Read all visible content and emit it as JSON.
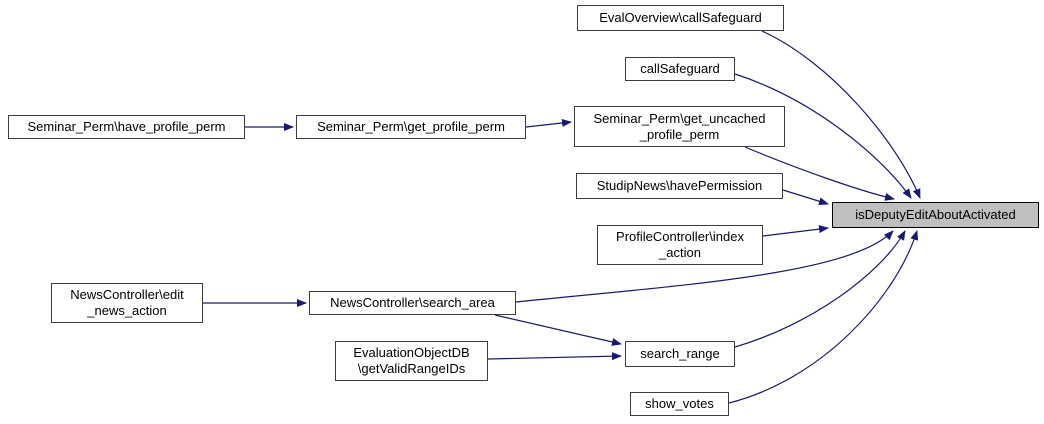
{
  "diagram": {
    "kind": "doxygen-call-graph",
    "focus_node": "isDeputyEditAboutActivated",
    "colors": {
      "edge": "#191970",
      "node_border": "#3d3d3d",
      "node_fill": "#ffffff",
      "focus_node_fill": "#bfbfbf",
      "background": "#ffffff",
      "text": "#000000"
    },
    "nodes": [
      {
        "id": "eval-overview-call-safeguard",
        "label": "EvalOverview\\callSafeguard"
      },
      {
        "id": "call-safeguard",
        "label": "callSafeguard"
      },
      {
        "id": "seminar-perm-have-profile-perm",
        "label": "Seminar_Perm\\have_profile_perm"
      },
      {
        "id": "seminar-perm-get-profile-perm",
        "label": "Seminar_Perm\\get_profile_perm"
      },
      {
        "id": "seminar-perm-get-uncached-profile-perm",
        "label": "Seminar_Perm\\get_uncached\n_profile_perm"
      },
      {
        "id": "studipnews-have-permission",
        "label": "StudipNews\\havePermission"
      },
      {
        "id": "is-deputy-edit-about-activated",
        "label": "isDeputyEditAboutActivated"
      },
      {
        "id": "profile-controller-index-action",
        "label": "ProfileController\\index\n_action"
      },
      {
        "id": "news-controller-edit-news-action",
        "label": "NewsController\\edit\n_news_action"
      },
      {
        "id": "news-controller-search-area",
        "label": "NewsController\\search_area"
      },
      {
        "id": "evaluation-object-db-get-valid-range-ids",
        "label": "EvaluationObjectDB\n\\getValidRangeIDs"
      },
      {
        "id": "search-range",
        "label": "search_range"
      },
      {
        "id": "show-votes",
        "label": "show_votes"
      }
    ],
    "edges": [
      {
        "from": "Seminar_Perm\\have_profile_perm",
        "to": "Seminar_Perm\\get_profile_perm"
      },
      {
        "from": "Seminar_Perm\\get_profile_perm",
        "to": "Seminar_Perm\\get_uncached_profile_perm"
      },
      {
        "from": "NewsController\\edit_news_action",
        "to": "NewsController\\search_area"
      },
      {
        "from": "NewsController\\search_area",
        "to": "search_range"
      },
      {
        "from": "EvaluationObjectDB\\getValidRangeIDs",
        "to": "search_range"
      },
      {
        "from": "EvalOverview\\callSafeguard",
        "to": "isDeputyEditAboutActivated"
      },
      {
        "from": "callSafeguard",
        "to": "isDeputyEditAboutActivated"
      },
      {
        "from": "Seminar_Perm\\get_uncached_profile_perm",
        "to": "isDeputyEditAboutActivated"
      },
      {
        "from": "StudipNews\\havePermission",
        "to": "isDeputyEditAboutActivated"
      },
      {
        "from": "ProfileController\\index_action",
        "to": "isDeputyEditAboutActivated"
      },
      {
        "from": "NewsController\\search_area",
        "to": "isDeputyEditAboutActivated"
      },
      {
        "from": "search_range",
        "to": "isDeputyEditAboutActivated"
      },
      {
        "from": "show_votes",
        "to": "isDeputyEditAboutActivated"
      }
    ]
  }
}
